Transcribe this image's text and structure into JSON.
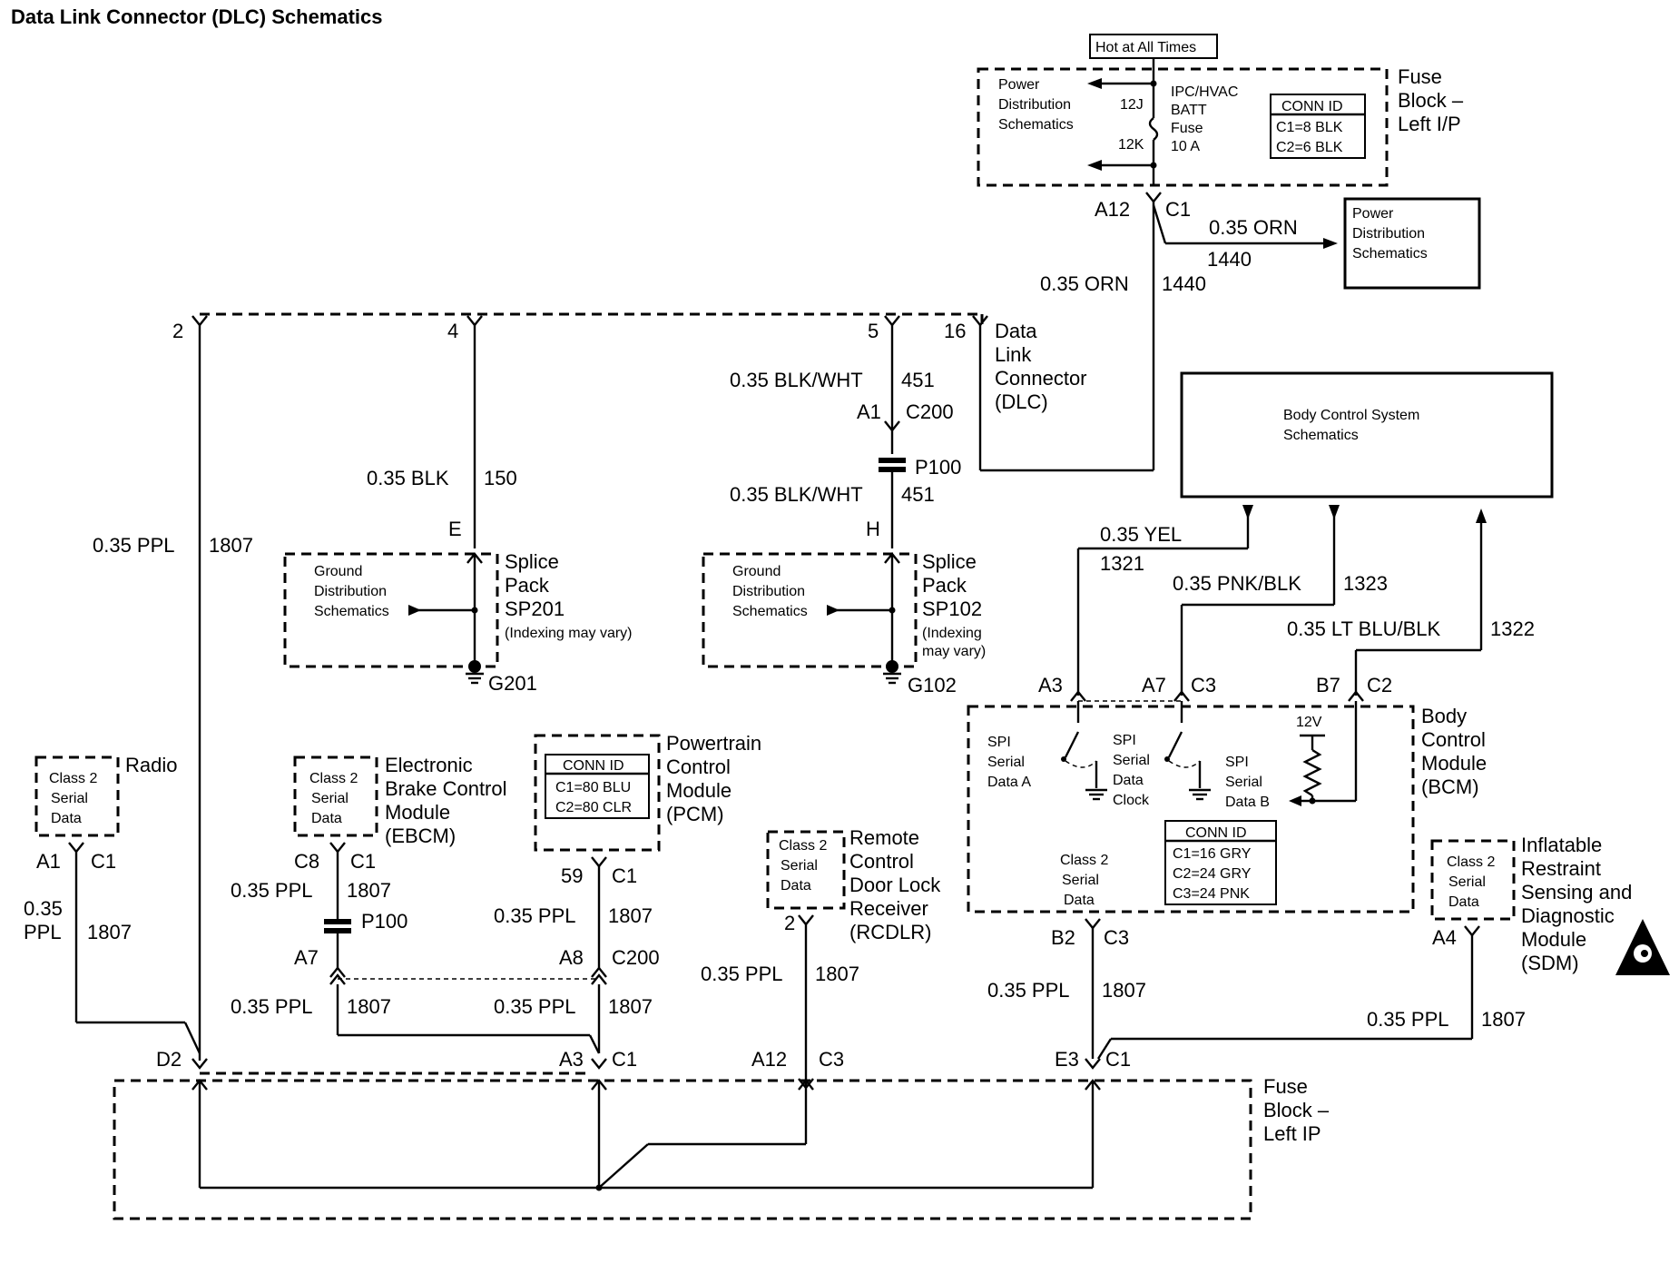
{
  "title": "Data Link Connector (DLC) Schematics",
  "hot_at_all_times": "Hot at All Times",
  "fuse_block_top": {
    "l1": "Fuse",
    "l2": "Block –",
    "l3": "Left I/P",
    "power_dist": [
      "Power",
      "Distribution",
      "Schematics"
    ],
    "fuse": [
      "IPC/HVAC",
      "BATT",
      "Fuse",
      "10 A"
    ],
    "pin_12j": "12J",
    "pin_12k": "12K",
    "conn_id": "CONN ID",
    "c1": "C1=8 BLK",
    "c2": "C2=6 BLK",
    "pin_a12": "A12",
    "pin_c1": "C1"
  },
  "pd_box": [
    "Power",
    "Distribution",
    "Schematics"
  ],
  "wire_orn_1": "0.35 ORN",
  "ckt_1440a": "1440",
  "wire_orn_2": "0.35 ORN",
  "ckt_1440b": "1440",
  "dlc": {
    "l1": "Data",
    "l2": "Link",
    "l3": "Connector",
    "l4": "(DLC)",
    "pin2": "2",
    "pin4": "4",
    "pin5": "5",
    "pin16": "16"
  },
  "wire_blk": "0.35 BLK",
  "ckt_150": "150",
  "wire_blkwht_1": "0.35 BLK/WHT",
  "ckt_451a": "451",
  "pin_a1": "A1",
  "c200_top": "C200",
  "p100_top": "P100",
  "wire_blkwht_2": "0.35 BLK/WHT",
  "ckt_451b": "451",
  "pin_e": "E",
  "pin_h": "H",
  "wire_ppl_main": "0.35 PPL",
  "ckt_1807_main": "1807",
  "sp201": {
    "l1": "Splice",
    "l2": "Pack",
    "l3": "SP201",
    "note": "(Indexing may vary)",
    "gd": [
      "Ground",
      "Distribution",
      "Schematics"
    ],
    "ground": "G201"
  },
  "sp102": {
    "l1": "Splice",
    "l2": "Pack",
    "l3": "SP102",
    "note1": "(Indexing",
    "note2": "may vary)",
    "gd": [
      "Ground",
      "Distribution",
      "Schematics"
    ],
    "ground": "G102"
  },
  "bcs": [
    "Body Control System",
    "Schematics"
  ],
  "wire_yel": "0.35 YEL",
  "ckt_1321": "1321",
  "wire_pnkblk": "0.35 PNK/BLK",
  "ckt_1323": "1323",
  "wire_ltblublk": "0.35 LT BLU/BLK",
  "ckt_1322": "1322",
  "bcm": {
    "l1": "Body",
    "l2": "Control",
    "l3": "Module",
    "l4": "(BCM)",
    "pin_a3": "A3",
    "pin_a7": "A7",
    "pin_c3": "C3",
    "pin_b7": "B7",
    "pin_c2": "C2",
    "spi_a": [
      "SPI",
      "Serial",
      "Data A"
    ],
    "spi_clk": [
      "SPI",
      "Serial",
      "Data",
      "Clock"
    ],
    "spi_b": [
      "SPI",
      "Serial",
      "Data B"
    ],
    "v12": "12V",
    "class2": [
      "Class 2",
      "Serial",
      "Data"
    ],
    "conn_id": "CONN ID",
    "c1": "C1=16 GRY",
    "c2": "C2=24 GRY",
    "c3": "C3=24 PNK",
    "pin_b2": "B2",
    "pin_c3b": "C3"
  },
  "radio": {
    "name": "Radio",
    "class2": [
      "Class 2",
      "Serial",
      "Data"
    ],
    "pin_a1": "A1",
    "pin_c1": "C1",
    "wire1": "0.35",
    "wire2": "PPL",
    "ckt": "1807"
  },
  "ebcm": {
    "l1": "Electronic",
    "l2": "Brake Control",
    "l3": "Module",
    "l4": "(EBCM)",
    "class2": [
      "Class 2",
      "Serial",
      "Data"
    ],
    "pin_c8": "C8",
    "pin_c1": "C1",
    "wire": "0.35 PPL",
    "ckt": "1807",
    "p100": "P100",
    "pin_a7": "A7",
    "wire2": "0.35 PPL",
    "ckt2": "1807"
  },
  "pcm": {
    "l1": "Powertrain",
    "l2": "Control",
    "l3": "Module",
    "l4": "(PCM)",
    "conn_id": "CONN ID",
    "c1": "C1=80 BLU",
    "c2": "C2=80 CLR",
    "pin_59": "59",
    "pin_c1": "C1",
    "wire": "0.35 PPL",
    "ckt": "1807",
    "pin_a8": "A8",
    "c200": "C200",
    "wire2": "0.35 PPL",
    "ckt2": "1807"
  },
  "rcdlr": {
    "l1": "Remote",
    "l2": "Control",
    "l3": "Door Lock",
    "l4": "Receiver",
    "l5": "(RCDLR)",
    "class2": [
      "Class 2",
      "Serial",
      "Data"
    ],
    "pin_2": "2",
    "wire": "0.35 PPL",
    "ckt": "1807"
  },
  "bcm_wire": "0.35 PPL",
  "bcm_ckt": "1807",
  "sdm": {
    "l1": "Inflatable",
    "l2": "Restraint",
    "l3": "Sensing and",
    "l4": "Diagnostic",
    "l5": "Module",
    "l6": "(SDM)",
    "class2": [
      "Class 2",
      "Serial",
      "Data"
    ],
    "pin_a4": "A4",
    "wire": "0.35 PPL",
    "ckt": "1807"
  },
  "fuse_block_bottom": {
    "l1": "Fuse",
    "l2": "Block –",
    "l3": "Left IP",
    "pin_d2": "D2",
    "pin_a3": "A3",
    "pin_c1": "C1",
    "pin_a12": "A12",
    "pin_c3": "C3",
    "pin_e3": "E3",
    "pin_c1b": "C1"
  }
}
